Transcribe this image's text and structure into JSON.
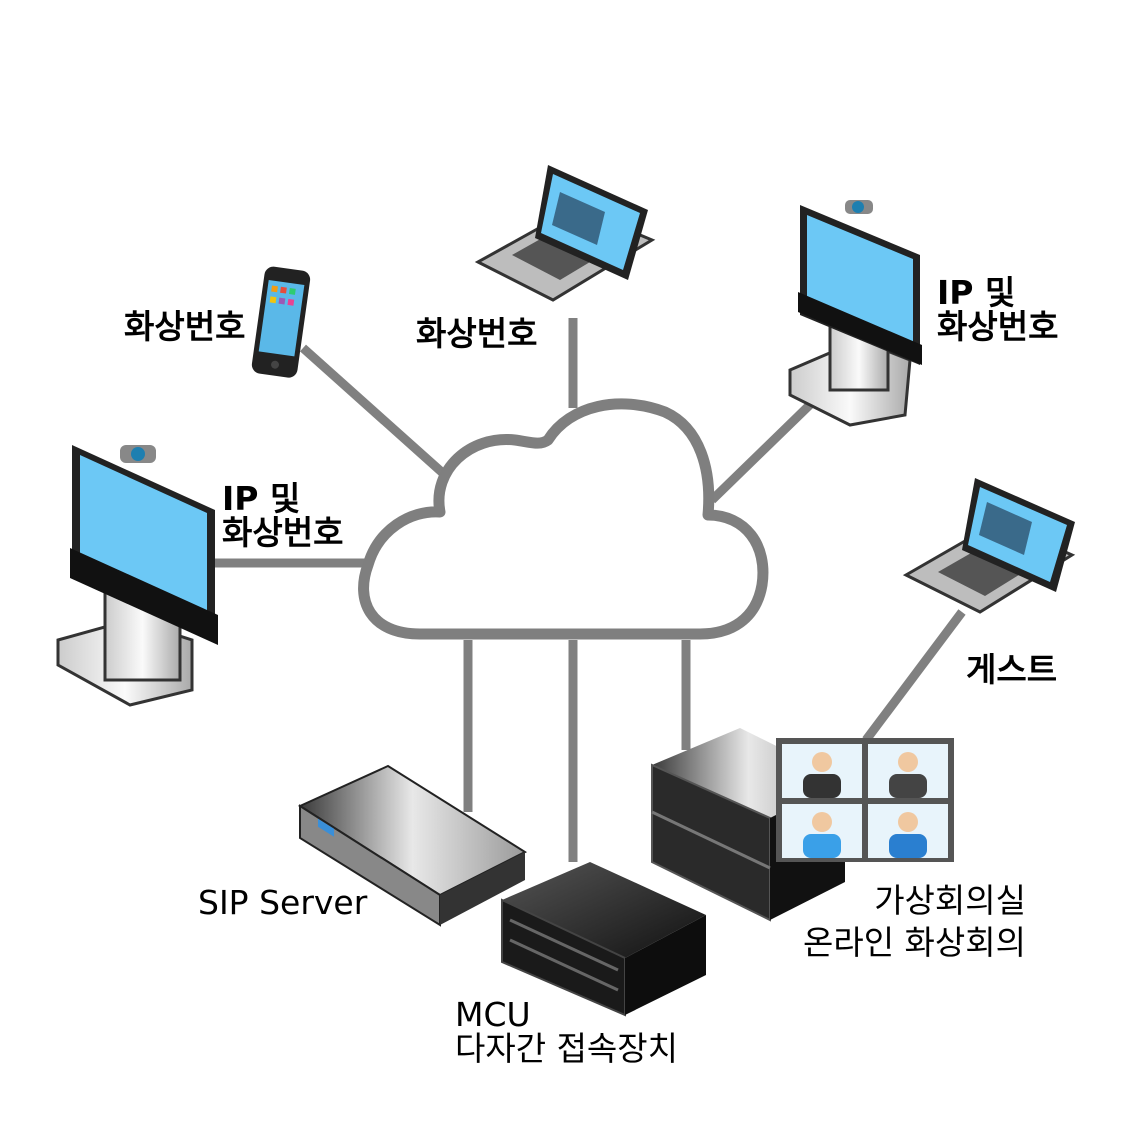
{
  "title": "화상회의 네트워크 구성도",
  "colors": {
    "link": "#808080",
    "screen": "#6cc8f5",
    "cloud_stroke": "#7f7f7f"
  },
  "nodes": {
    "phone": {
      "label": "화상번호",
      "icon": "smartphone-icon"
    },
    "laptop_top": {
      "label": "화상번호",
      "icon": "laptop-icon"
    },
    "room_system_right": {
      "line1": "IP 및",
      "line2": "화상번호",
      "icon": "video-conference-system-icon"
    },
    "room_system_left": {
      "line1": "IP 및",
      "line2": "화상번호",
      "icon": "video-conference-system-icon"
    },
    "guest": {
      "label": "게스트",
      "icon": "laptop-icon"
    },
    "sip_server": {
      "label": "SIP Server",
      "icon": "rack-server-icon"
    },
    "mcu": {
      "line1": "MCU",
      "line2": "다자간 접속장치",
      "icon": "mcu-server-icon"
    },
    "virtual_room": {
      "line1": "가상회의실",
      "line2": "온라인 화상회의",
      "icon": "server-with-video-grid-icon"
    }
  },
  "cloud": {
    "icon": "cloud-icon"
  }
}
